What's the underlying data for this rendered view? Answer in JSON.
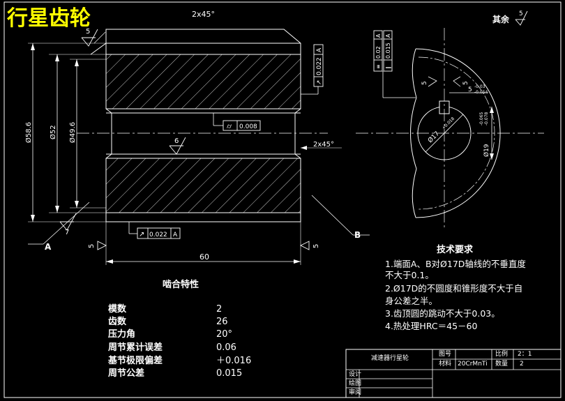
{
  "title": "行星齿轮",
  "chamfer_top": "2x45°",
  "chamfer_right": "2x45°",
  "roughness_main": "5",
  "roughness_mid": "6",
  "roughness_left_bottom": "7",
  "roughness_left": "5",
  "roughness_right": "5",
  "roughness_rest_label": "其余",
  "roughness_rest_value": "5",
  "dim_outer": "Ø58.6",
  "dim_mid": "Ø52",
  "dim_inner": "Ø49.6",
  "dim_length": "60",
  "datum_a": "A",
  "datum_b": "B",
  "tol_runout_right": {
    "symbol": "↗",
    "value": "0.022",
    "datum": "A"
  },
  "tol_cylindricity": {
    "symbol": "⌭",
    "value": "0.008"
  },
  "tol_runout_bottom": {
    "symbol": "↗",
    "value": "0.022",
    "datum": "A"
  },
  "tol_side_1": {
    "symbol": "≡",
    "value": "0.02",
    "datum": "A"
  },
  "tol_side_2": {
    "symbol": "∥",
    "value": "0.015",
    "datum": "A"
  },
  "side_dims": {
    "keyway_roughness": "5",
    "keyway_roughness2": "5",
    "keyway_width": "5",
    "keyway_width_tol_upper": "-0.03",
    "keyway_width_tol_lower": "-0.054",
    "bore": "Ø17",
    "bore_tol": "+0.018",
    "hub": "Ø19",
    "hub_tol_upper": "-0.065",
    "hub_tol_lower": "-0.078"
  },
  "requirements": {
    "title": "技术要求",
    "lines": [
      "1.端面A、B对Ø17D轴线的不垂直度",
      "不大于0.1。",
      "2.Ø17D的不圆度和锥形度不大于自",
      "身公差之半。",
      "3.齿顶圆的跳动不大于0.03。",
      "4.热处理HRC＝45－60"
    ]
  },
  "meshing": {
    "title": "啮合特性",
    "rows": [
      {
        "label": "模数",
        "value": "2"
      },
      {
        "label": "齿数",
        "value": "26"
      },
      {
        "label": "压力角",
        "value": "20°"
      },
      {
        "label": "周节累计误差",
        "value": "0.06"
      },
      {
        "label": "基节极限偏差",
        "value": "＋0.016"
      },
      {
        "label": "周节公差",
        "value": "0.015"
      }
    ]
  },
  "title_block": {
    "name": "减速器行星轮",
    "drawing_no_label": "图号",
    "scale_label": "比例",
    "scale_value": "2：1",
    "material_label": "材料",
    "material_value": "20CrMnTi",
    "qty_label": "数量",
    "qty_value": "2",
    "design_label": "设计",
    "draw_label": "绘图",
    "review_label": "审阅"
  }
}
